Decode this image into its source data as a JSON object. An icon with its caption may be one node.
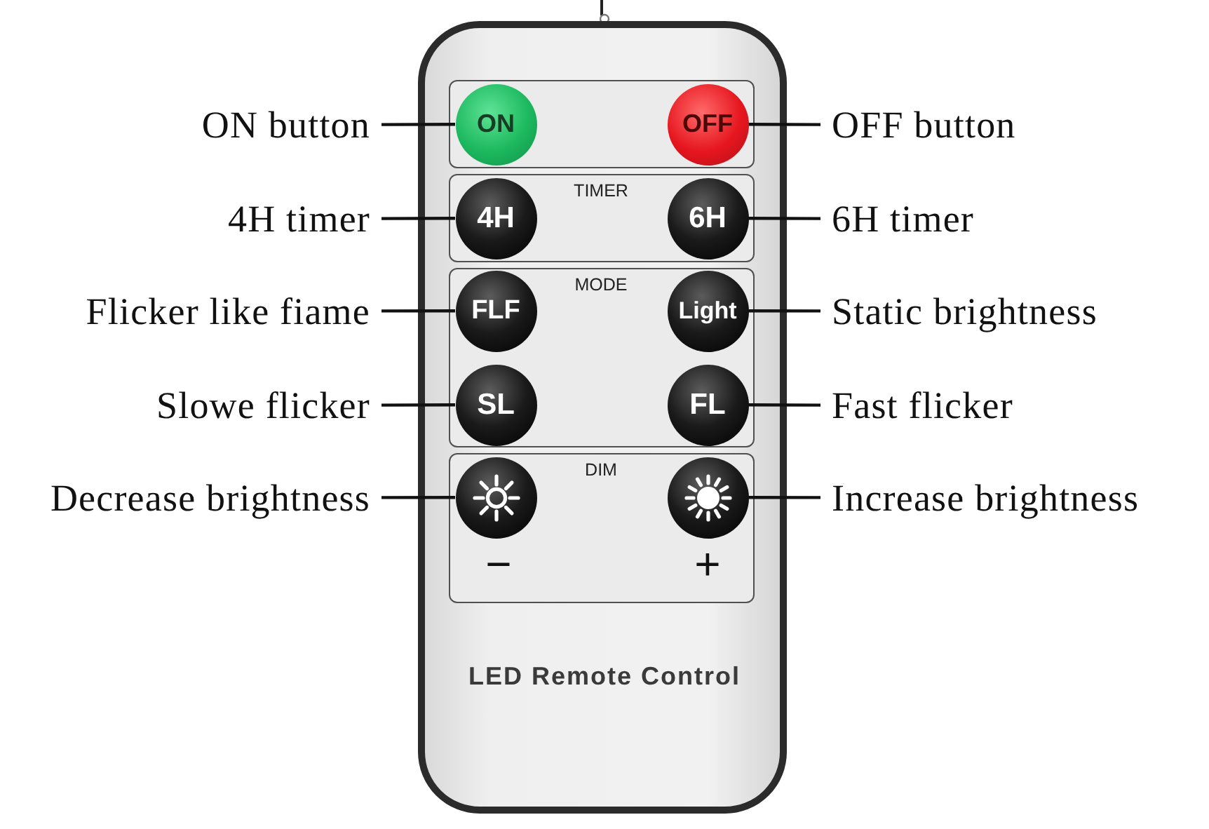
{
  "diagram": {
    "nodes": [
      {
        "text": [
          "LED Remote Control"
        ]
      },
      {
        "text": [],
        "shape": "box",
        "in": 0
      },
      {
        "text": [
          "ON"
        ],
        "in": 1
      },
      {
        "text": [
          "OFF"
        ],
        "in": 1
      },
      {
        "text": [
          "TIMER"
        ],
        "in": 0
      },
      {
        "text": [
          "4H"
        ],
        "in": 4
      },
      {
        "text": [
          "6H"
        ],
        "in": 4
      },
      {
        "text": [
          "MODE"
        ],
        "in": 0
      },
      {
        "text": [
          "FLF"
        ],
        "in": 7
      },
      {
        "text": [
          "Light"
        ],
        "in": 7
      },
      {
        "text": [
          "SL"
        ],
        "in": 7
      },
      {
        "text": [
          "FL"
        ],
        "in": 7
      },
      {
        "text": [
          "DIM"
        ],
        "in": 0
      },
      {
        "text": [],
        "shape": "circle",
        "in": 12,
        "beside": [
          "−"
        ]
      },
      {
        "text": [],
        "shape": "circle",
        "in": 12,
        "beside": [
          "+"
        ]
      },
      {
        "text": [
          "ON button"
        ]
      },
      {
        "text": [
          "OFF button"
        ]
      },
      {
        "text": [
          "4H timer"
        ]
      },
      {
        "text": [
          "6H timer"
        ]
      },
      {
        "text": [
          "Flicker like fiame"
        ]
      },
      {
        "text": [
          "Static brightness"
        ]
      },
      {
        "text": [
          "Slowe flicker"
        ]
      },
      {
        "text": [
          "Fast flicker"
        ]
      },
      {
        "text": [
          "Decrease brightness"
        ]
      },
      {
        "text": [
          "Increase brightness"
        ]
      }
    ],
    "edges": [
      {
        "from": 15,
        "to": 2,
        "arrow": "none"
      },
      {
        "from": 16,
        "to": 3,
        "arrow": "none"
      },
      {
        "from": 17,
        "to": 5,
        "arrow": "none"
      },
      {
        "from": 18,
        "to": 6,
        "arrow": "none"
      },
      {
        "from": 19,
        "to": 8,
        "arrow": "none"
      },
      {
        "from": 20,
        "to": 9,
        "arrow": "none"
      },
      {
        "from": 21,
        "to": 10,
        "arrow": "none"
      },
      {
        "from": 22,
        "to": 11,
        "arrow": "none"
      },
      {
        "from": 23,
        "to": 13,
        "arrow": "none"
      },
      {
        "from": 24,
        "to": 14,
        "arrow": "none"
      }
    ]
  }
}
